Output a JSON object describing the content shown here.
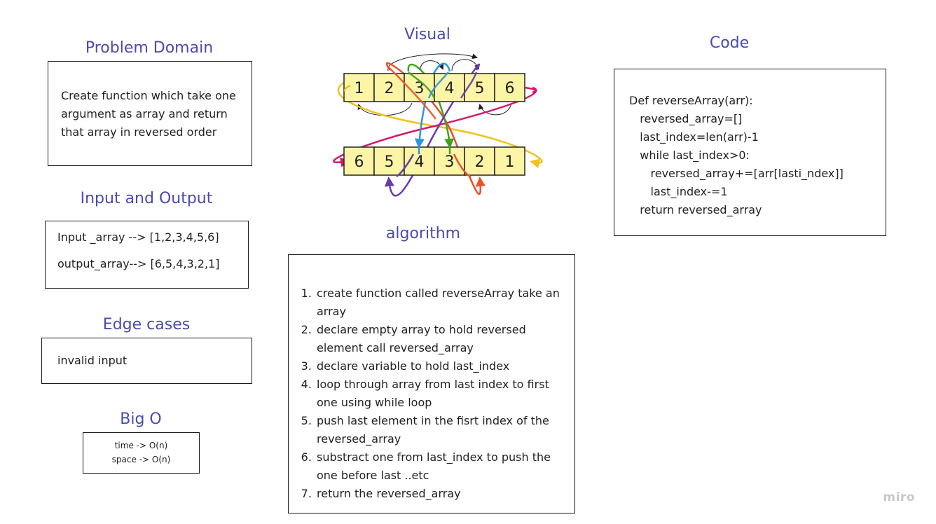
{
  "problem": {
    "title": "Problem Domain",
    "text": "Create function which take one argument as array and return that array in reversed order"
  },
  "io": {
    "title": "Input and Output",
    "input": "Input _array --> [1,2,3,4,5,6]",
    "output": "output_array--> [6,5,4,3,2,1]"
  },
  "edge": {
    "title": "Edge cases",
    "text": "invalid input"
  },
  "bigo": {
    "title": "Big O",
    "time": "time -> O(n)",
    "space": "space -> O(n)"
  },
  "visual": {
    "title": "Visual",
    "top_cells": [
      "1",
      "2",
      "3",
      "4",
      "5",
      "6"
    ],
    "bottom_cells": [
      "6",
      "5",
      "4",
      "3",
      "2",
      "1"
    ],
    "colors": {
      "cell_fill": "#fdf5a6",
      "yellow": "#f2c21b",
      "magenta": "#d6186a",
      "red": "#e8512b",
      "green": "#3fa31a",
      "blue": "#2b96e0",
      "purple": "#6a3aa8"
    }
  },
  "algorithm": {
    "title": "algorithm",
    "steps": [
      "create function called reverseArray take an array",
      "declare empty array to hold reversed element call reversed_array",
      "declare variable to hold last_index",
      "loop through array from last index to first one using while loop",
      "push last element in the fisrt index of the reversed_array",
      "substract one from last_index to push the one before last ..etc",
      "return the reversed_array"
    ]
  },
  "code": {
    "title": "Code",
    "lines": [
      "Def reverseArray(arr):",
      "   reversed_array=[]",
      "   last_index=len(arr)-1",
      "   while last_index>0:",
      "      reversed_array+=[arr[lasti_ndex]]",
      "      last_index-=1",
      "   return reversed_array"
    ]
  },
  "brand": "miro"
}
